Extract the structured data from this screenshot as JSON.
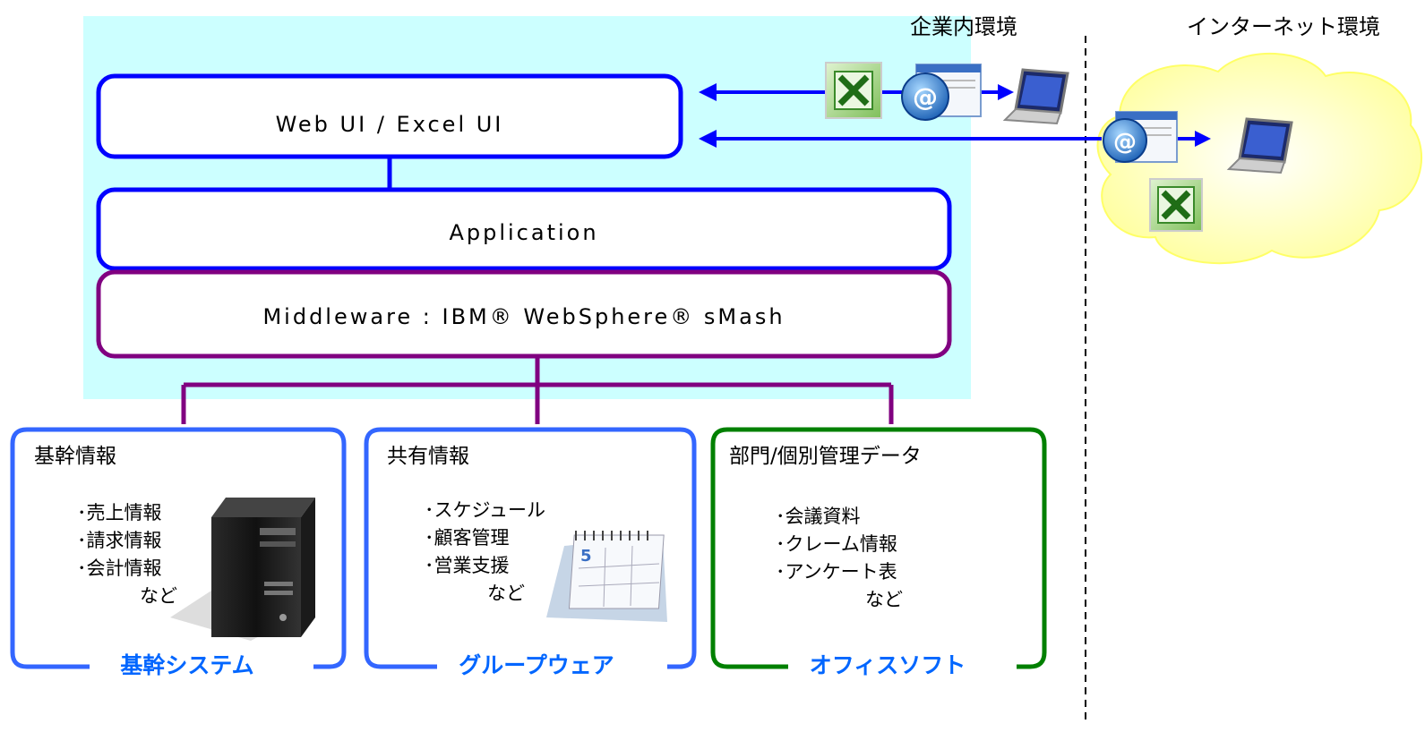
{
  "env": {
    "internal": "企業内環境",
    "internet": "インターネット環境"
  },
  "layers": {
    "ui": "Web UI  /  Excel UI",
    "application": "Application",
    "middleware": "Middleware : IBM® WebSphere® sMash"
  },
  "sources": [
    {
      "title": "基幹情報",
      "items": [
        "･売上情報",
        "･請求情報",
        "･会計情報"
      ],
      "etc": "など",
      "footer": "基幹システム"
    },
    {
      "title": "共有情報",
      "items": [
        "･スケジュール",
        "･顧客管理",
        "･営業支援"
      ],
      "etc": "など",
      "footer": "グループウェア"
    },
    {
      "title": "部門/個別管理データ",
      "items": [
        "･会議資料",
        "･クレーム情報",
        "･アンケート表"
      ],
      "etc": "など",
      "footer": "オフィスソフト"
    }
  ],
  "icons": [
    "excel-icon",
    "email-icon",
    "laptop-icon",
    "server-icon",
    "calendar-icon",
    "cloud-icon"
  ],
  "calendar": {
    "day": "5"
  },
  "colors": {
    "highlight_bg": "#ccffff",
    "blue_border": "#0000ff",
    "light_blue_border": "#3366ff",
    "purple_border": "#800080",
    "green_border": "#008000",
    "footer_blue": "#0066ff",
    "cloud": "#ffffcc"
  }
}
